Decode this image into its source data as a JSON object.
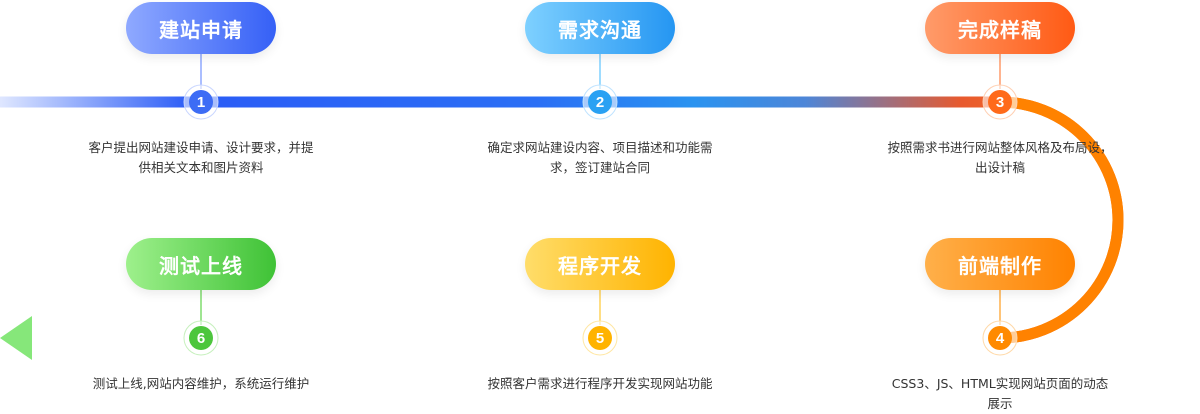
{
  "steps": [
    {
      "num": "1",
      "title": "建站申请",
      "desc_line1": "客户提出网站建设申请、设计要求，并提",
      "desc_line2": "供相关文本和图片资料",
      "color": "#3d6cf5"
    },
    {
      "num": "2",
      "title": "需求沟通",
      "desc_line1": "确定求网站建设内容、项目描述和功能需",
      "desc_line2": "求，签订建站合同",
      "color": "#2aa1f3"
    },
    {
      "num": "3",
      "title": "完成样稿",
      "desc_line1": "按照需求书进行网站整体风格及布局设，",
      "desc_line2": "出设计稿",
      "color": "#ff6a1a"
    },
    {
      "num": "4",
      "title": "前端制作",
      "desc_line1": "CSS3、JS、HTML实现网站页面的动态",
      "desc_line2": "展示",
      "color": "#ff8a00"
    },
    {
      "num": "5",
      "title": "程序开发",
      "desc_line1": "按照客户需求进行程序开发实现网站功能",
      "desc_line2": "",
      "color": "#ffb300"
    },
    {
      "num": "6",
      "title": "测试上线",
      "desc_line1": "测试上线,网站内容维护，系统运行维护",
      "desc_line2": "",
      "color": "#4cc63c"
    }
  ]
}
